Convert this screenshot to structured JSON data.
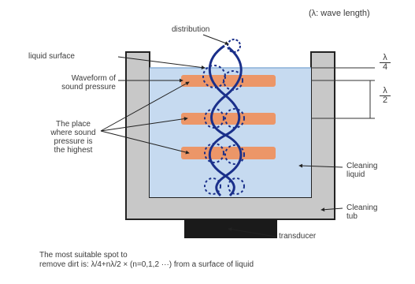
{
  "header": {
    "wavelength_note": "(λ: wave length)"
  },
  "labels": {
    "distribution": "distribution",
    "liquid_surface": "liquid surface",
    "waveform": [
      "Waveform of",
      "sound pressure"
    ],
    "highest_place": [
      "The place",
      "where sound",
      "pressure is",
      "the highest"
    ],
    "cleaning_liquid": [
      "Cleaning",
      "liquid"
    ],
    "cleaning_tub": [
      "Cleaning",
      "tub"
    ],
    "transducer": "transducer"
  },
  "dimensions": {
    "quarter_num": "λ",
    "quarter_den": "4",
    "half_num": "λ",
    "half_den": "2"
  },
  "caption": [
    "The most suitable spot to",
    "remove dirt is: λ/4+nλ/2 × (n=0,1,2 ···) from a surface of liquid"
  ],
  "colors": {
    "tub_gray": "#c8c8c8",
    "liquid_blue": "#c6daf0",
    "wave_navy": "#1a2f8a",
    "pressure_orange": "#ec9668",
    "outline": "#222222",
    "transducer": "#1a1a1a"
  },
  "icons": [
    "dashed-distribution-circle",
    "arrow-pointer"
  ]
}
